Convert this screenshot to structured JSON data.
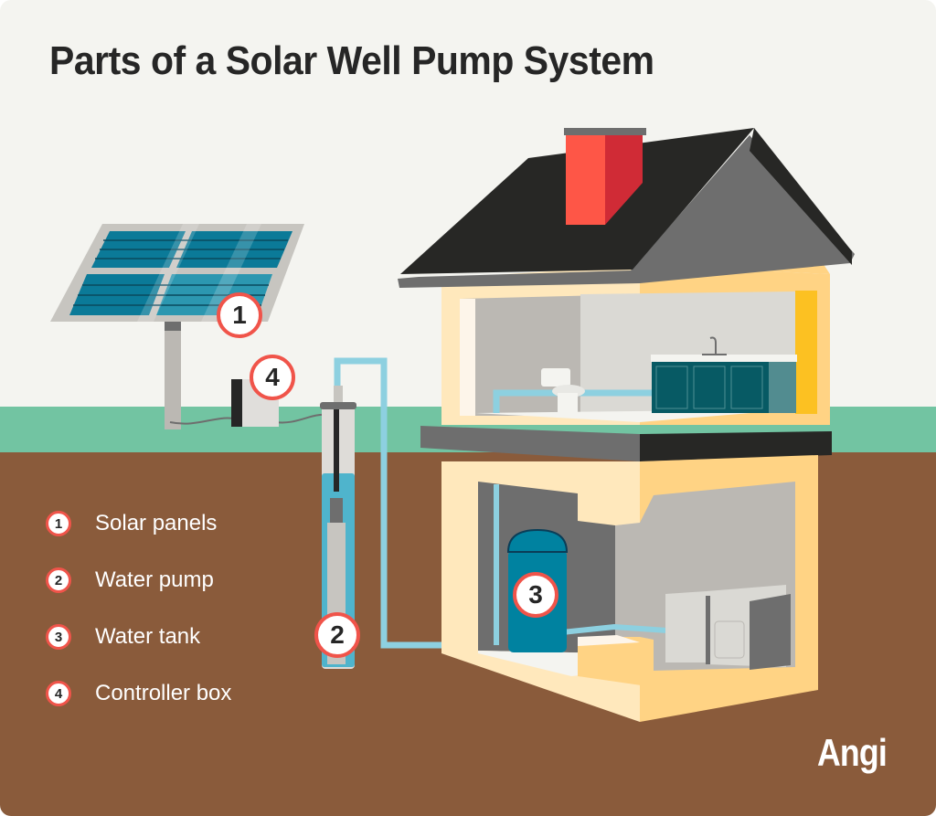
{
  "title": "Parts of a Solar Well Pump System",
  "markers": [
    {
      "number": "1",
      "label": "Solar panels"
    },
    {
      "number": "2",
      "label": "Water pump"
    },
    {
      "number": "3",
      "label": "Water tank"
    },
    {
      "number": "4",
      "label": "Controller box"
    }
  ],
  "logo": "Angi",
  "colors": {
    "background": "#f4f4f0",
    "grass": "#72c4a2",
    "soil": "#8a5b3b",
    "marker_ring": "#f0544a",
    "pipe": "#8dd0e0",
    "roof": "#272725",
    "chimney": "#fe5647",
    "house_wall": "#ffd384",
    "tank": "#0082a0"
  }
}
